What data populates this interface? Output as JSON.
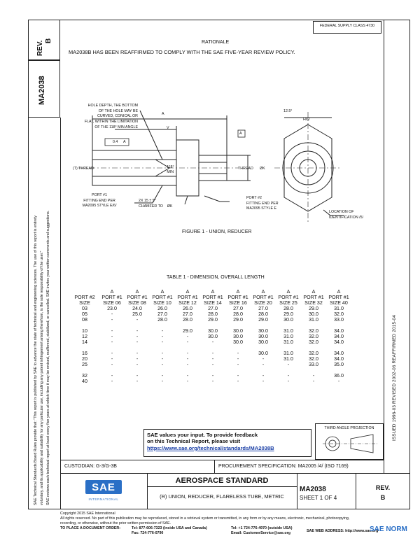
{
  "header": {
    "stamp": "FEDERAL SUPPLY CLASS 4730"
  },
  "side": {
    "rev_label": "REV.",
    "rev": "B",
    "doc": "MA2038",
    "right_dates": "ISSUED 1996-03   REVISED 2002-06   REAFFIRMED 2015-04",
    "legal_1": "SAE Technical Standards Board Rules provide that: \"This report is published by SAE to advance the state of technical and engineering sciences. The use of this report is entirely",
    "legal_2": "voluntary, and its applicability and suitability for any particular use, including any patent infringement arising therefrom, is the sole responsibility of the user.\"",
    "legal_3": "SAE reviews each technical report at least every five years at which time it may be revised, reaffirmed, stabilized, or cancelled. SAE invites your written comments and suggestions."
  },
  "rationale": {
    "title": "RATIONALE",
    "text": "MA2038B HAS BEEN REAFFIRMED TO COMPLY WITH THE SAE FIVE-YEAR REVIEW POLICY."
  },
  "figure": {
    "caption": "FIGURE 1 - UNION, REDUCER",
    "note_hole": [
      "HOLE DEPTH, THE BOTTOM",
      "OF THE HOLE MAY BE",
      "CURVED, CONICAL OR",
      "FLAT, WITHIN THE LIMITATION",
      "OF THE 118° MIN ANGLE"
    ],
    "tol": "0.4",
    "datum": "A",
    "dim_a": "A",
    "dim_v": "V",
    "hex": "H/6/",
    "chamfer_ang": "12.5°",
    "t_thread": "(T) THREAD",
    "angle": [
      "118°",
      "MIN"
    ],
    "thread2": "THREAD",
    "dk": "ØK",
    "port1": [
      "PORT #1",
      "FITTING END PER",
      "MA2095 STYLE E/6/"
    ],
    "chamfer": [
      "2X 15 ± 5°",
      "CHAMFER TO",
      "ØK"
    ],
    "port2": [
      "PORT #2",
      "FITTING END PER",
      "MA2095 STYLE E"
    ],
    "location": [
      "LOCATION OF",
      "IDENTIFICATION /5/"
    ]
  },
  "table": {
    "title": "TABLE 1 - DIMENSION, OVERALL LENGTH",
    "col0": [
      "PORT #2",
      "SIZE"
    ],
    "columns": [
      [
        "A",
        "PORT #1",
        "SIZE 06"
      ],
      [
        "A",
        "PORT #1",
        "SIZE 08"
      ],
      [
        "A",
        "PORT #1",
        "SIZE 10"
      ],
      [
        "A",
        "PORT #1",
        "SIZE 12"
      ],
      [
        "A",
        "PORT #1",
        "SIZE 14"
      ],
      [
        "A",
        "PORT #1",
        "SIZE 16"
      ],
      [
        "A",
        "PORT #1",
        "SIZE 20"
      ],
      [
        "A",
        "PORT #1",
        "SIZE 25"
      ],
      [
        "A",
        "PORT #1",
        "SIZE 32"
      ],
      [
        "A",
        "PORT #1",
        "SIZE 40"
      ]
    ],
    "groups": [
      [
        [
          "03",
          "23.0",
          "24.0",
          "26.0",
          "26.0",
          "27.0",
          "27.0",
          "27.0",
          "28.0",
          "29.0",
          "31.0"
        ],
        [
          "05",
          "-",
          "25.0",
          "27.0",
          "27.0",
          "28.0",
          "28.0",
          "28.0",
          "29.0",
          "30.0",
          "32.0"
        ],
        [
          "08",
          "-",
          "-",
          "28.0",
          "28.0",
          "29.0",
          "29.0",
          "29.0",
          "30.0",
          "31.0",
          "33.0"
        ]
      ],
      [
        [
          "10",
          "-",
          "-",
          "-",
          "29.0",
          "30.0",
          "30.0",
          "30.0",
          "31.0",
          "32.0",
          "34.0"
        ],
        [
          "12",
          "-",
          "-",
          "-",
          "-",
          "30.0",
          "30.0",
          "30.0",
          "31.0",
          "32.0",
          "34.0"
        ],
        [
          "14",
          "-",
          "-",
          "-",
          "-",
          "-",
          "30.0",
          "30.0",
          "31.0",
          "32.0",
          "34.0"
        ]
      ],
      [
        [
          "16",
          "-",
          "-",
          "-",
          "-",
          "-",
          "-",
          "30.0",
          "31.0",
          "32.0",
          "34.0"
        ],
        [
          "20",
          "-",
          "-",
          "-",
          "-",
          "-",
          "-",
          "-",
          "31.0",
          "32.0",
          "34.0"
        ],
        [
          "25",
          "-",
          "-",
          "-",
          "-",
          "-",
          "-",
          "-",
          "-",
          "33.0",
          "35.0"
        ]
      ],
      [
        [
          "32",
          "-",
          "-",
          "-",
          "-",
          "-",
          "-",
          "-",
          "-",
          "-",
          "36.0"
        ],
        [
          "40",
          "-",
          "-",
          "-",
          "-",
          "-",
          "-",
          "-",
          "-",
          "-",
          "-"
        ]
      ]
    ]
  },
  "feedback": {
    "line1": "SAE values your input. To provide feedback",
    "line2": "on this Technical Report, please visit",
    "link": "https://www.sae.org/technical/standards/MA2038B"
  },
  "projection": "THIRD ANGLE PROJECTION",
  "titleblock": {
    "custodian": "CUSTODIAN: G-3/G-3B",
    "procurement": "PROCUREMENT SPECIFICATION: MA2005 /4/ (ISO 7169)",
    "sae": "SAE",
    "sae_sub": "INTERNATIONAL",
    "standard": "AEROSPACE STANDARD",
    "description": "(R) UNION, REDUCER, FLARELESS TUBE, METRIC",
    "doc": "MA2038",
    "sheet": "SHEET 1 OF 4",
    "rev_label": "REV.",
    "rev": "B"
  },
  "footer": {
    "copyright": "Copyright 2015 SAE International",
    "rights": "All rights reserved. No part of this publication may be reproduced, stored in a retrieval system or transmitted, in any form or by any means, electronic, mechanical, photocopying,",
    "rights2": "recording, or otherwise, without the prior written permission of SAE.",
    "order": "TO PLACE A DOCUMENT ORDER:",
    "tel": "Tel: 877-606-7323 (inside USA and Canada)",
    "tel2": "Tel: +1 724-776-4970 (outside USA)",
    "fax": "Fax: 724-776-0790",
    "email": "Email: CustomerService@sae.org",
    "web": "SAE WEB ADDRESS: http://www.sae.org",
    "watermark": "SAE NORM"
  }
}
